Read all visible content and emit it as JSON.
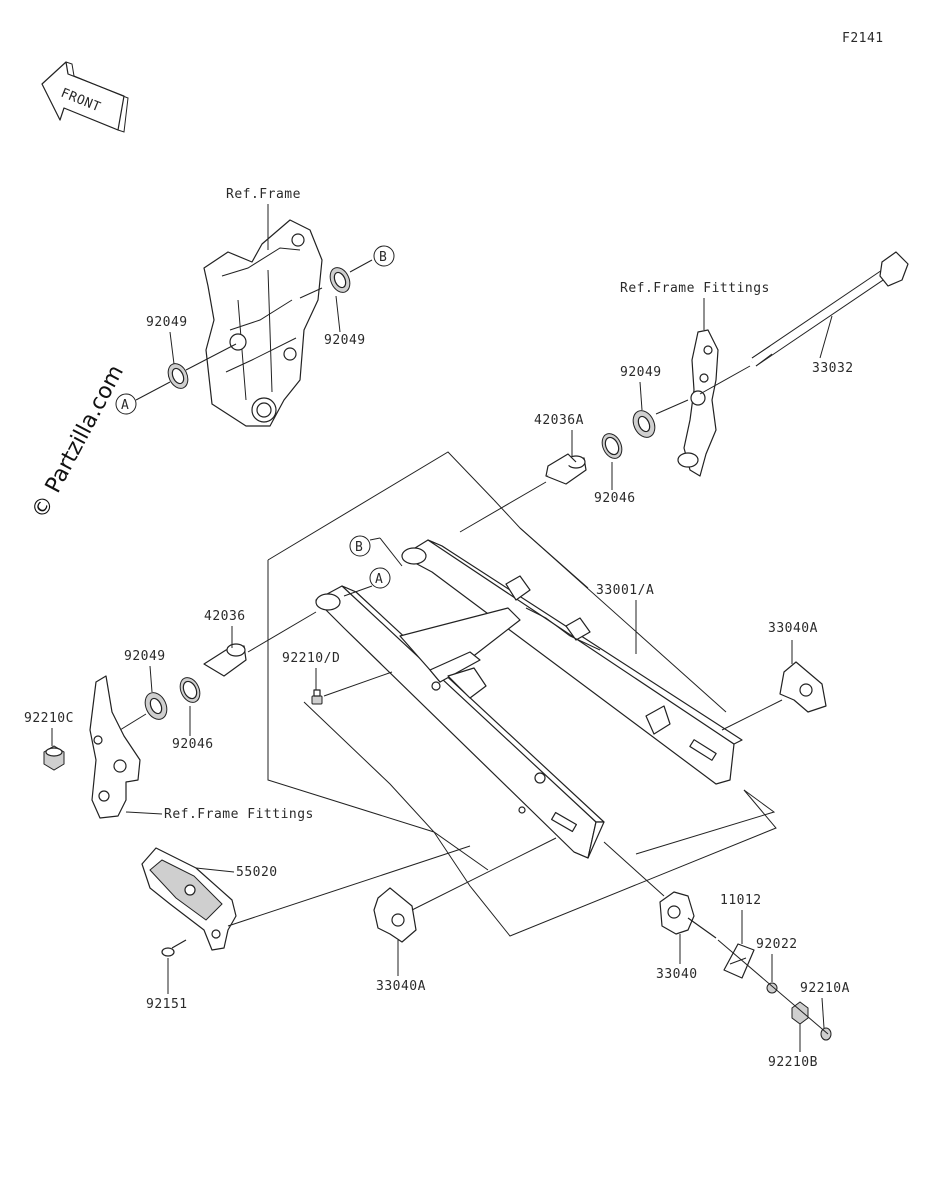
{
  "diagram_code": "F2141",
  "front_label": "FRONT",
  "watermark": "© Partzilla.com",
  "refs": {
    "frame": "Ref.Frame",
    "frame_fittings_right": "Ref.Frame Fittings",
    "frame_fittings_left": "Ref.Frame Fittings"
  },
  "callouts": {
    "A_top": "A",
    "B_top": "B",
    "A_swingarm": "A",
    "B_swingarm": "B"
  },
  "parts": {
    "p92049_a": "92049",
    "p92049_b": "92049",
    "p92049_c": "92049",
    "p92049_d": "92049",
    "p33032": "33032",
    "p42036A": "42036A",
    "p92046_a": "92046",
    "p33001A": "33001/A",
    "p33040A_a": "33040A",
    "p42036": "42036",
    "p92210D": "92210/D",
    "p92210C": "92210C",
    "p92046_b": "92046",
    "p55020": "55020",
    "p92151": "92151",
    "p33040A_b": "33040A",
    "p33040": "33040",
    "p11012": "11012",
    "p92022": "92022",
    "p92210A": "92210A",
    "p92210B": "92210B"
  }
}
